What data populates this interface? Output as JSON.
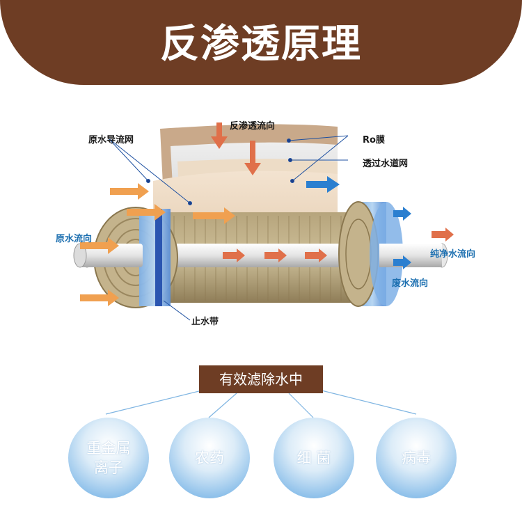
{
  "header": {
    "title": "反渗透原理"
  },
  "diagram": {
    "labels": {
      "raw_water_mesh": "原水导流网",
      "ro_flow": "反渗透流向",
      "ro_membrane": "Ro膜",
      "permeate_mesh": "透过水道网",
      "raw_water_flow": "原水流向",
      "pure_water_flow": "纯净水流向",
      "waste_water_flow": "废水流向",
      "seal_band": "止水带"
    }
  },
  "filter": {
    "title": "有效滤除水中",
    "items": [
      {
        "label": "重金属\n离子"
      },
      {
        "label": "农药"
      },
      {
        "label": "细 菌"
      },
      {
        "label": "病毒"
      }
    ]
  },
  "colors": {
    "brown": "#6e3d24",
    "arrow_orange": "#f0a050",
    "arrow_red": "#e0704a",
    "arrow_blue": "#2b7fd0",
    "sleeve_blue": "#5b8fd6",
    "circle_blue": "#8dc0ea"
  }
}
